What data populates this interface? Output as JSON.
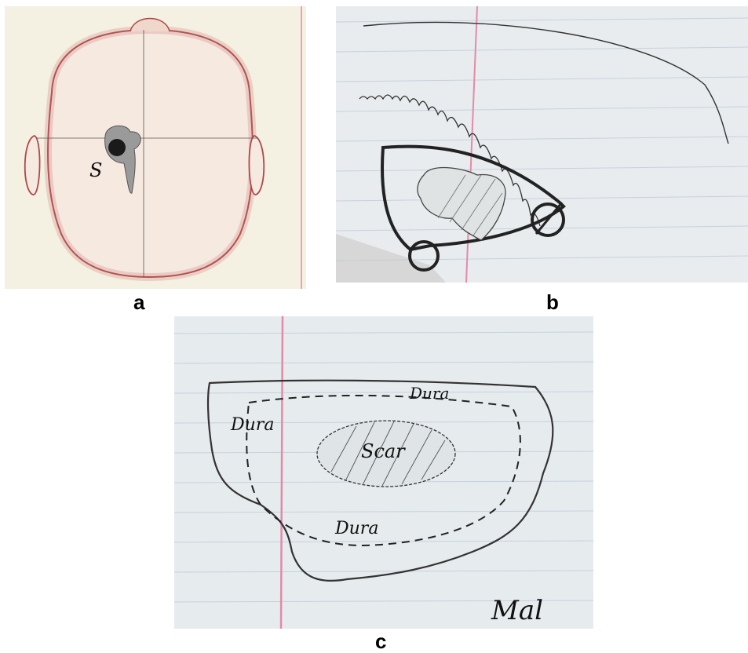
{
  "figure": {
    "panels": [
      {
        "id": "a",
        "label": "a",
        "annotation": "S"
      },
      {
        "id": "b",
        "label": "b"
      },
      {
        "id": "c",
        "label": "c",
        "annotations": [
          "Dura",
          "Dura",
          "Scar",
          "Dura",
          "Mal"
        ]
      }
    ]
  },
  "colors": {
    "paper_a": "#f4f0e2",
    "paper_bc": "#e8ecef",
    "ink_red": "#b04848",
    "margin_pink": "#e48aa8",
    "rule_blue": "#c7d1db",
    "ink_dark": "#222222"
  }
}
